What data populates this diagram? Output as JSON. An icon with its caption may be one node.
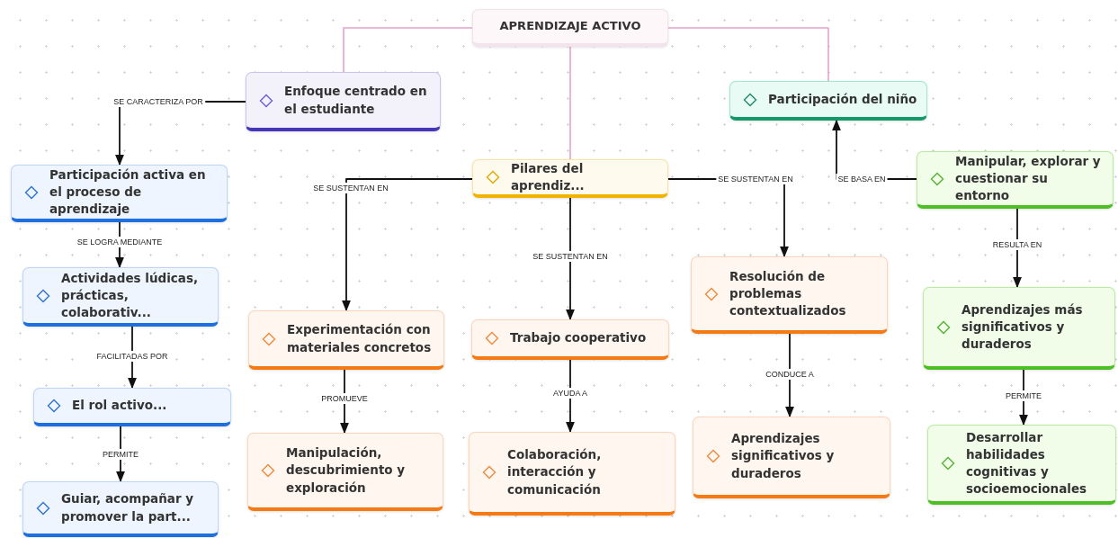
{
  "diagram": {
    "nodes": [
      {
        "text": [
          "APRENDIZAJE ACTIVO"
        ]
      },
      {
        "text": [
          "Enfoque centrado en el estudiante"
        ]
      },
      {
        "text": [
          "Participación del niño"
        ]
      },
      {
        "text": [
          "Participación activa en el proceso de aprendizaje"
        ]
      },
      {
        "text": [
          "Pilares del aprendiz..."
        ]
      },
      {
        "text": [
          "Manipular, explorar y cuestionar su entorno"
        ]
      },
      {
        "text": [
          "Actividades lúdicas, prácticas, colaborativ..."
        ]
      },
      {
        "text": [
          "Resolución de problemas contextualizados"
        ]
      },
      {
        "text": [
          "Aprendizajes más significativos y duraderos"
        ]
      },
      {
        "text": [
          "Experimentación con materiales concretos"
        ]
      },
      {
        "text": [
          "Trabajo cooperativo"
        ]
      },
      {
        "text": [
          "El rol activo..."
        ]
      },
      {
        "text": [
          "Manipulación, descubrimiento y exploración"
        ]
      },
      {
        "text": [
          "Colaboración, interacción y comunicación"
        ]
      },
      {
        "text": [
          "Aprendizajes significativos y duraderos"
        ]
      },
      {
        "text": [
          "Desarrollar habilidades cognitivas y socioemocionales"
        ]
      },
      {
        "text": [
          "Guiar, acompañar y promover la part..."
        ]
      }
    ],
    "edges": [
      {
        "from": 0,
        "to": 1,
        "arrow": "none",
        "color": "#e8a3cf"
      },
      {
        "from": 0,
        "to": 4,
        "arrow": "none",
        "color": "#e8a3cf"
      },
      {
        "from": 0,
        "to": 2,
        "arrow": "none",
        "color": "#e8a3cf"
      },
      {
        "from": 1,
        "to": 3,
        "arrow": "to",
        "label": "SE CARACTERIZA POR"
      },
      {
        "from": 3,
        "to": 6,
        "arrow": "to",
        "label": "SE LOGRA MEDIANTE"
      },
      {
        "from": 6,
        "to": 11,
        "arrow": "to",
        "label": "FACILITADAS POR"
      },
      {
        "from": 11,
        "to": 16,
        "arrow": "to",
        "label": "PERMITE"
      },
      {
        "from": 4,
        "to": 9,
        "arrow": "to",
        "label": "SE SUSTENTAN EN"
      },
      {
        "from": 4,
        "to": 10,
        "arrow": "to",
        "label": "SE SUSTENTAN EN"
      },
      {
        "from": 4,
        "to": 7,
        "arrow": "to",
        "label": "SE SUSTENTAN EN"
      },
      {
        "from": 5,
        "to": 2,
        "arrow": "to",
        "label": "SE BASA EN"
      },
      {
        "from": 5,
        "to": 8,
        "arrow": "to",
        "label": "RESULTA EN"
      },
      {
        "from": 9,
        "to": 12,
        "arrow": "to",
        "label": "PROMUEVE"
      },
      {
        "from": 10,
        "to": 13,
        "arrow": "to",
        "label": "AYUDA A"
      },
      {
        "from": 7,
        "to": 14,
        "arrow": "to",
        "label": "CONDUCE A"
      },
      {
        "from": 8,
        "to": 15,
        "arrow": "to",
        "label": "PERMITE"
      }
    ]
  }
}
